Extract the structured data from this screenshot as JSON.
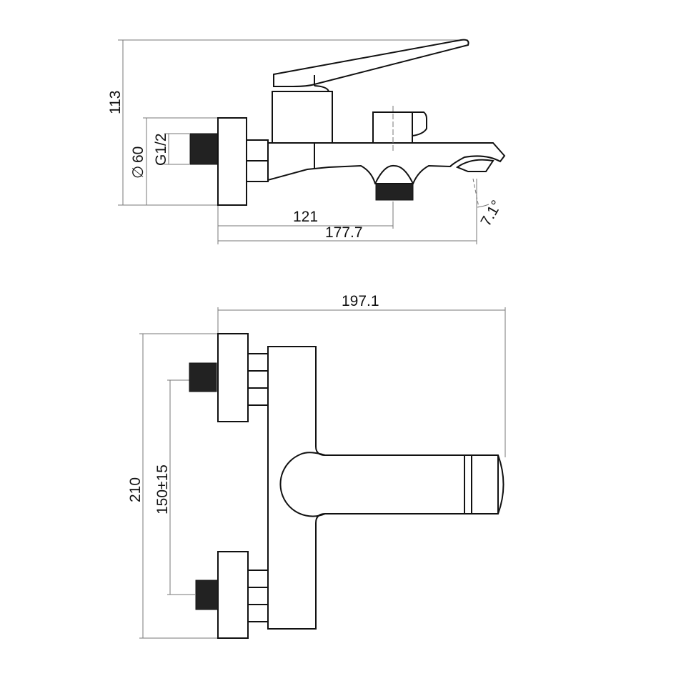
{
  "title": "Bath mixer dimension drawing",
  "side_view": {
    "dims": {
      "height": "113",
      "flange_dia": "60",
      "thread": "G1/2",
      "outlet_dist": "121",
      "spout_len": "177.7",
      "angle": "7.1°"
    },
    "dia_symbol": "∅"
  },
  "top_view": {
    "dims": {
      "depth": "197.1",
      "height": "210",
      "spacing": "150±15"
    }
  }
}
